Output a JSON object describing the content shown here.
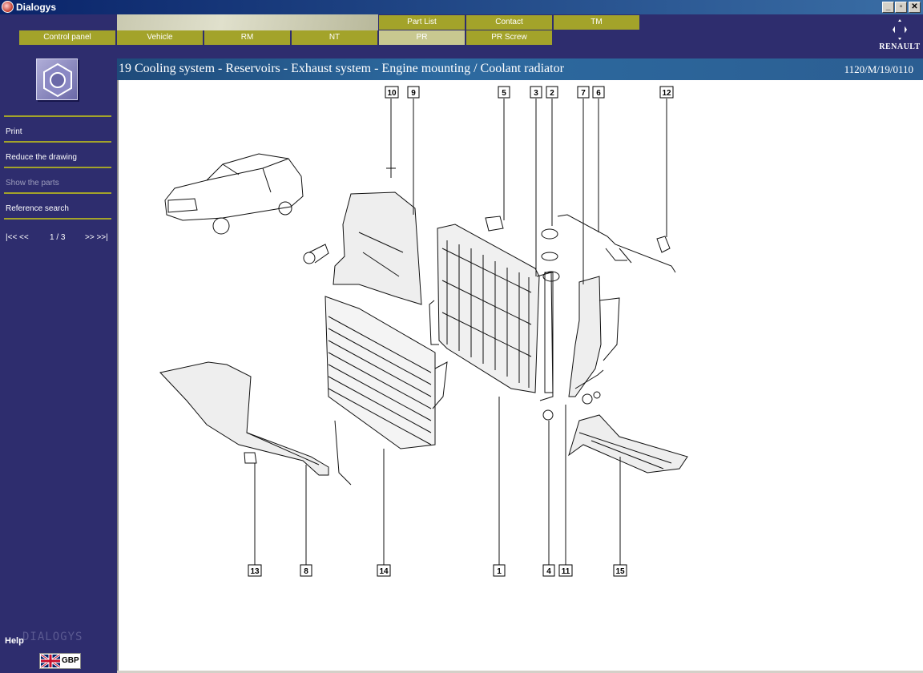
{
  "window": {
    "title": "Dialogys",
    "minimize": "_",
    "restore": "▫",
    "close": "✕"
  },
  "nav": {
    "top_tabs": [
      {
        "label": "Part List",
        "active": false
      },
      {
        "label": "Contact",
        "active": false
      },
      {
        "label": "TM",
        "active": false
      }
    ],
    "main_tabs": [
      {
        "label": "Control panel",
        "active": false
      },
      {
        "label": "Vehicle",
        "active": false
      },
      {
        "label": "RM",
        "active": false
      },
      {
        "label": "NT",
        "active": false
      },
      {
        "label": "PR",
        "active": true
      },
      {
        "label": "PR Screw",
        "active": false
      }
    ]
  },
  "brand": {
    "name": "RENAULT"
  },
  "sidebar": {
    "items": [
      {
        "label": "Print",
        "enabled": true
      },
      {
        "label": "Reduce the drawing",
        "enabled": true
      },
      {
        "label": "Show the parts",
        "enabled": false
      },
      {
        "label": "Reference search",
        "enabled": true
      }
    ],
    "pager": {
      "first": "|<< <<",
      "position": "1 / 3",
      "last": ">> >>|"
    },
    "help": "Help",
    "watermark": "DIALOGYS",
    "language": "GBP"
  },
  "page": {
    "title": "19 Cooling system - Reservoirs - Exhaust system - Engine mounting / Coolant radiator",
    "reference": "1120/M/19/0110"
  },
  "drawing": {
    "callouts_top": [
      "10",
      "9",
      "5",
      "3",
      "2",
      "7",
      "6",
      "12"
    ],
    "callouts_bottom": [
      "13",
      "8",
      "14",
      "1",
      "4",
      "11",
      "15"
    ]
  },
  "colors": {
    "app_bg": "#2e2d6e",
    "tab": "#a3a32a",
    "tab_active": "#c8c890",
    "title_bar": "#2d6aa0"
  }
}
